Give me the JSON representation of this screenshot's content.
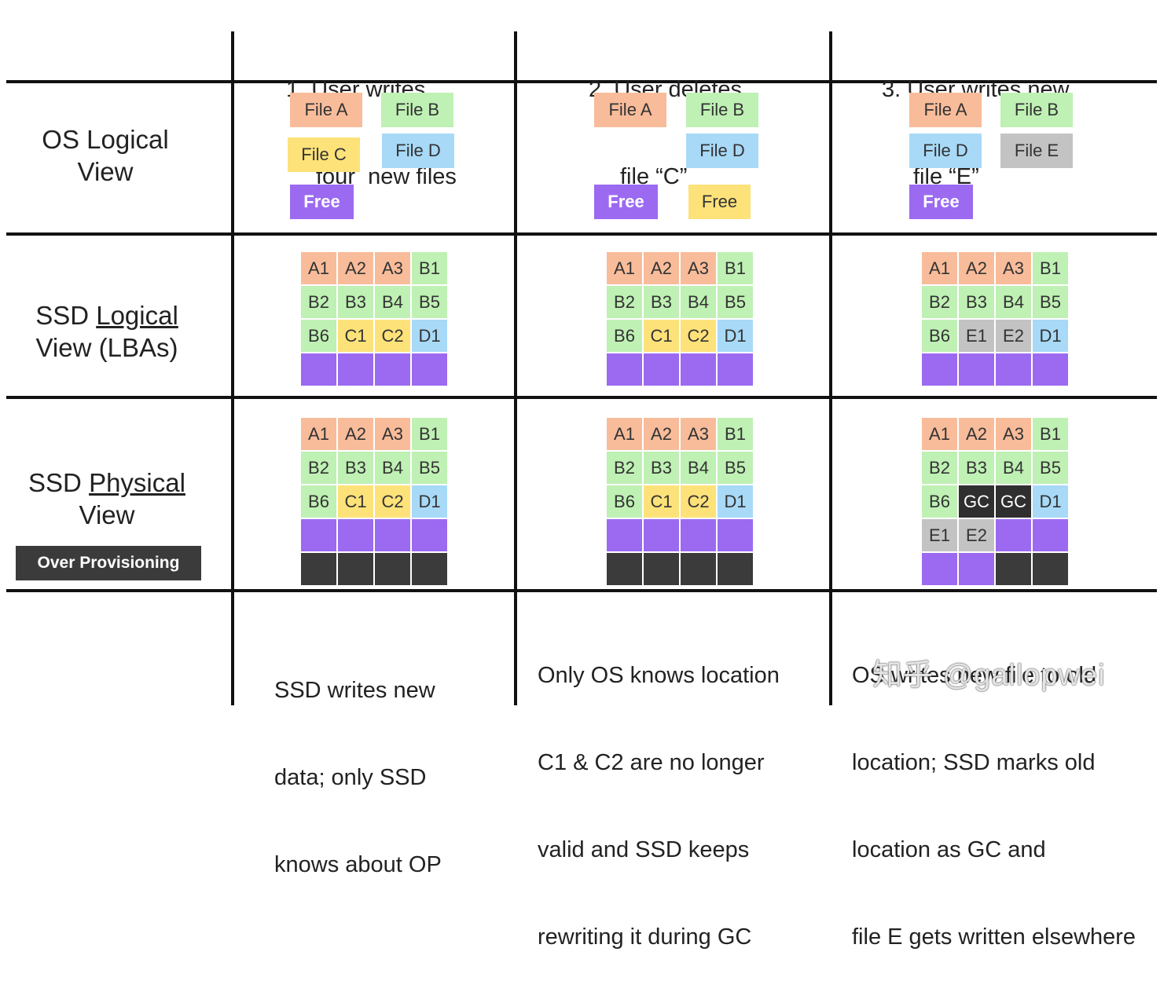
{
  "colors": {
    "A": "#f8bc9a",
    "B": "#bff0b4",
    "C": "#fde27a",
    "D": "#a8d9f7",
    "E": "#c3c3c3",
    "Free": "#9b6af1",
    "OP": "#3b3b3b",
    "GC": "#2f2f2f",
    "Empty": "#9b6af1"
  },
  "columns": [
    {
      "line1": "1. User writes",
      "line2": "four  new files"
    },
    {
      "line1": "2. User deletes",
      "line2": "file “C”"
    },
    {
      "line1": "3. User writes new",
      "line2": "file “E”"
    }
  ],
  "rows": {
    "os": {
      "line1": "OS Logical",
      "line2": "View"
    },
    "lba": {
      "line1_pre": "SSD ",
      "line1_u": "Logical",
      "line2": "View (LBAs)"
    },
    "phys": {
      "line1_pre": "SSD ",
      "line1_u": "Physical",
      "line2": "View"
    }
  },
  "over_provisioning_label": "Over Provisioning",
  "os_view": [
    [
      {
        "label": "File A",
        "kind": "A"
      },
      {
        "label": "File B",
        "kind": "B"
      },
      {
        "label": "File C",
        "kind": "C"
      },
      {
        "label": "File D",
        "kind": "D"
      },
      {
        "label": "Free",
        "kind": "Free"
      }
    ],
    [
      {
        "label": "File A",
        "kind": "A"
      },
      {
        "label": "File B",
        "kind": "B"
      },
      {
        "label": "File D",
        "kind": "D"
      },
      {
        "label": "Free",
        "kind": "Free"
      },
      {
        "label": "Free",
        "kind": "C"
      }
    ],
    [
      {
        "label": "File A",
        "kind": "A"
      },
      {
        "label": "File B",
        "kind": "B"
      },
      {
        "label": "File D",
        "kind": "D"
      },
      {
        "label": "File E",
        "kind": "E"
      },
      {
        "label": "Free",
        "kind": "Free"
      }
    ]
  ],
  "lba_view": [
    [
      [
        "A1",
        "A"
      ],
      [
        "A2",
        "A"
      ],
      [
        "A3",
        "A"
      ],
      [
        "B1",
        "B"
      ],
      [
        "B2",
        "B"
      ],
      [
        "B3",
        "B"
      ],
      [
        "B4",
        "B"
      ],
      [
        "B5",
        "B"
      ],
      [
        "B6",
        "B"
      ],
      [
        "C1",
        "C"
      ],
      [
        "C2",
        "C"
      ],
      [
        "D1",
        "D"
      ],
      [
        "",
        "Empty"
      ],
      [
        "",
        "Empty"
      ],
      [
        "",
        "Empty"
      ],
      [
        "",
        "Empty"
      ]
    ],
    [
      [
        "A1",
        "A"
      ],
      [
        "A2",
        "A"
      ],
      [
        "A3",
        "A"
      ],
      [
        "B1",
        "B"
      ],
      [
        "B2",
        "B"
      ],
      [
        "B3",
        "B"
      ],
      [
        "B4",
        "B"
      ],
      [
        "B5",
        "B"
      ],
      [
        "B6",
        "B"
      ],
      [
        "C1",
        "C"
      ],
      [
        "C2",
        "C"
      ],
      [
        "D1",
        "D"
      ],
      [
        "",
        "Empty"
      ],
      [
        "",
        "Empty"
      ],
      [
        "",
        "Empty"
      ],
      [
        "",
        "Empty"
      ]
    ],
    [
      [
        "A1",
        "A"
      ],
      [
        "A2",
        "A"
      ],
      [
        "A3",
        "A"
      ],
      [
        "B1",
        "B"
      ],
      [
        "B2",
        "B"
      ],
      [
        "B3",
        "B"
      ],
      [
        "B4",
        "B"
      ],
      [
        "B5",
        "B"
      ],
      [
        "B6",
        "B"
      ],
      [
        "E1",
        "E"
      ],
      [
        "E2",
        "E"
      ],
      [
        "D1",
        "D"
      ],
      [
        "",
        "Empty"
      ],
      [
        "",
        "Empty"
      ],
      [
        "",
        "Empty"
      ],
      [
        "",
        "Empty"
      ]
    ]
  ],
  "phys_view": [
    [
      [
        "A1",
        "A"
      ],
      [
        "A2",
        "A"
      ],
      [
        "A3",
        "A"
      ],
      [
        "B1",
        "B"
      ],
      [
        "B2",
        "B"
      ],
      [
        "B3",
        "B"
      ],
      [
        "B4",
        "B"
      ],
      [
        "B5",
        "B"
      ],
      [
        "B6",
        "B"
      ],
      [
        "C1",
        "C"
      ],
      [
        "C2",
        "C"
      ],
      [
        "D1",
        "D"
      ],
      [
        "",
        "Empty"
      ],
      [
        "",
        "Empty"
      ],
      [
        "",
        "Empty"
      ],
      [
        "",
        "Empty"
      ],
      [
        "",
        "OP"
      ],
      [
        "",
        "OP"
      ],
      [
        "",
        "OP"
      ],
      [
        "",
        "OP"
      ]
    ],
    [
      [
        "A1",
        "A"
      ],
      [
        "A2",
        "A"
      ],
      [
        "A3",
        "A"
      ],
      [
        "B1",
        "B"
      ],
      [
        "B2",
        "B"
      ],
      [
        "B3",
        "B"
      ],
      [
        "B4",
        "B"
      ],
      [
        "B5",
        "B"
      ],
      [
        "B6",
        "B"
      ],
      [
        "C1",
        "C"
      ],
      [
        "C2",
        "C"
      ],
      [
        "D1",
        "D"
      ],
      [
        "",
        "Empty"
      ],
      [
        "",
        "Empty"
      ],
      [
        "",
        "Empty"
      ],
      [
        "",
        "Empty"
      ],
      [
        "",
        "OP"
      ],
      [
        "",
        "OP"
      ],
      [
        "",
        "OP"
      ],
      [
        "",
        "OP"
      ]
    ],
    [
      [
        "A1",
        "A"
      ],
      [
        "A2",
        "A"
      ],
      [
        "A3",
        "A"
      ],
      [
        "B1",
        "B"
      ],
      [
        "B2",
        "B"
      ],
      [
        "B3",
        "B"
      ],
      [
        "B4",
        "B"
      ],
      [
        "B5",
        "B"
      ],
      [
        "B6",
        "B"
      ],
      [
        "GC",
        "GC"
      ],
      [
        "GC",
        "GC"
      ],
      [
        "D1",
        "D"
      ],
      [
        "E1",
        "E"
      ],
      [
        "E2",
        "E"
      ],
      [
        "",
        "Empty"
      ],
      [
        "",
        "Empty"
      ],
      [
        "",
        "Empty"
      ],
      [
        "",
        "Empty"
      ],
      [
        "",
        "OP"
      ],
      [
        "",
        "OP"
      ]
    ]
  ],
  "descriptions": [
    [
      "SSD writes new",
      "data; only SSD",
      "knows about OP"
    ],
    [
      "Only OS knows location",
      "C1 & C2 are no longer",
      "valid and SSD keeps",
      "rewriting it during GC"
    ],
    [
      "OS writes new file to old",
      "location; SSD marks old",
      "location as GC and",
      "file E gets written elsewhere"
    ]
  ],
  "watermark": "知乎 @gallopwei"
}
